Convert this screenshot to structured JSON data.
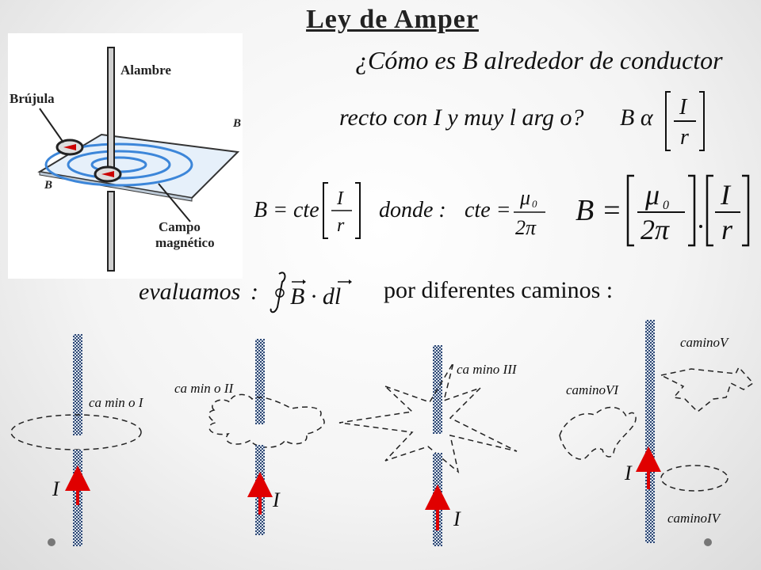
{
  "title": "Ley de Amper",
  "figure": {
    "label_wire": "Alambre",
    "label_compass": "Brújula",
    "label_field_1": "Campo",
    "label_field_2": "magnético",
    "label_b_right": "B",
    "label_b_left": "B"
  },
  "question": {
    "line1": "¿Cómo es B alrededor de conductor",
    "line2": "recto con I  y muy l arg o?",
    "proportional": "B α",
    "frac_num": "I",
    "frac_den": "r"
  },
  "formula": {
    "b_eq_cte": "B = cte",
    "donde": "donde :",
    "cte_eq": "cte =",
    "mu": "μ",
    "mu_sub": "0",
    "two_pi": "2π",
    "big_b": "B ="
  },
  "evaluate": {
    "lhs": "evaluamos",
    "integral_expr": "B · dl",
    "rhs": "por diferentes  caminos  :"
  },
  "paths": {
    "camino_1": "ca min o I",
    "camino_2": "ca min o II",
    "camino_3": "ca mino III",
    "camino_4": "caminoIV",
    "camino_5": "caminoV",
    "camino_6": "caminoVI",
    "current": "I"
  }
}
